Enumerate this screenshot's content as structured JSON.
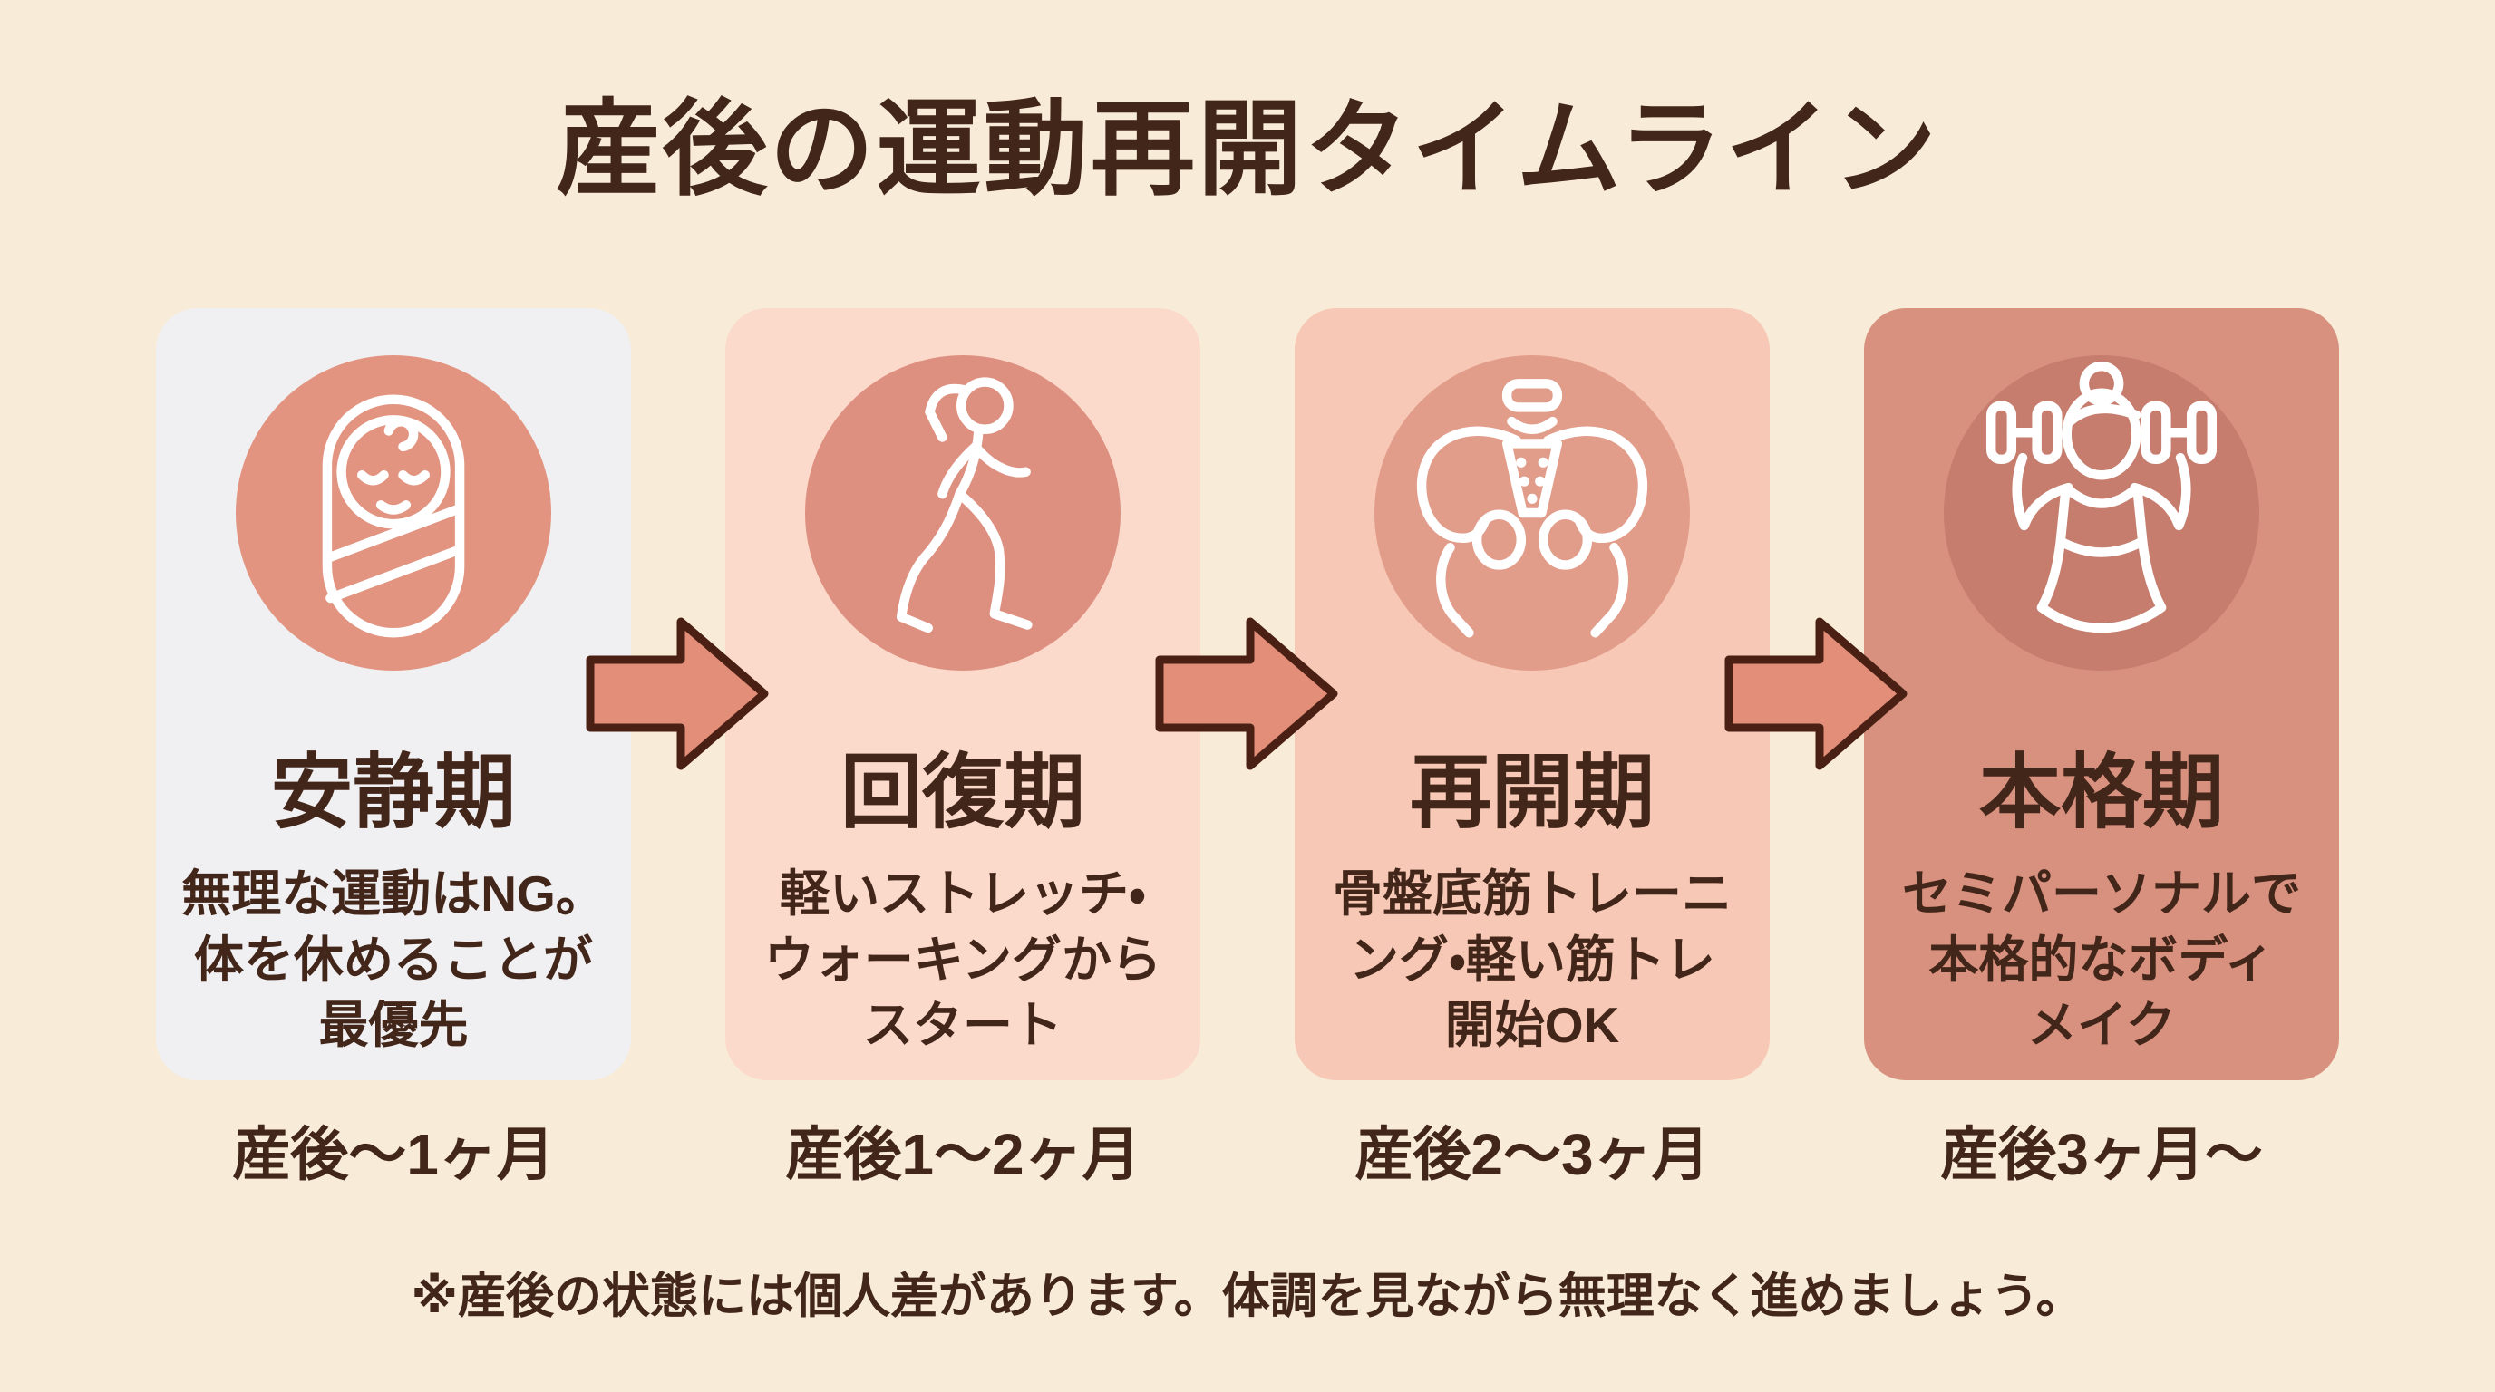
{
  "page": {
    "title": "産後の運動再開タイムライン",
    "footnote": "※産後の状態には個人差があります。体調を見ながら無理なく進めましょう。"
  },
  "colors": {
    "background": "#f8ecd9",
    "text": "#43261a",
    "arrow_fill": "#e28e79",
    "arrow_stroke": "#4a2014",
    "icon_stroke": "#ffffff"
  },
  "stages": [
    {
      "stage": "安静期",
      "desc_lines": [
        "無理な運動はNG。",
        "体を休めることが",
        "最優先"
      ],
      "period": "産後〜1ヶ月",
      "icon": "swaddled-baby-icon",
      "card_bg": "#f0eff1",
      "circle_bg": "#e29480"
    },
    {
      "stage": "回復期",
      "desc_lines": [
        "軽いストレッチ・",
        "ウォーキングから",
        "スタート"
      ],
      "period": "産後1〜2ヶ月",
      "icon": "walking-woman-icon",
      "card_bg": "#fbdacb",
      "circle_bg": "#de9080"
    },
    {
      "stage": "再開期",
      "desc_lines": [
        "骨盤底筋トレーニ",
        "ング・軽い筋トレ",
        "開始OK"
      ],
      "period": "産後2〜3ヶ月",
      "icon": "pelvis-icon",
      "card_bg": "#f6c8b5",
      "circle_bg": "#e29c8a"
    },
    {
      "stage": "本格期",
      "desc_lines": [
        "セミパーソナルで",
        "本格的なボディ",
        "メイク"
      ],
      "period": "産後3ヶ月〜",
      "icon": "dumbbell-woman-icon",
      "card_bg": "#d8917f",
      "circle_bg": "#c67d6e"
    }
  ]
}
